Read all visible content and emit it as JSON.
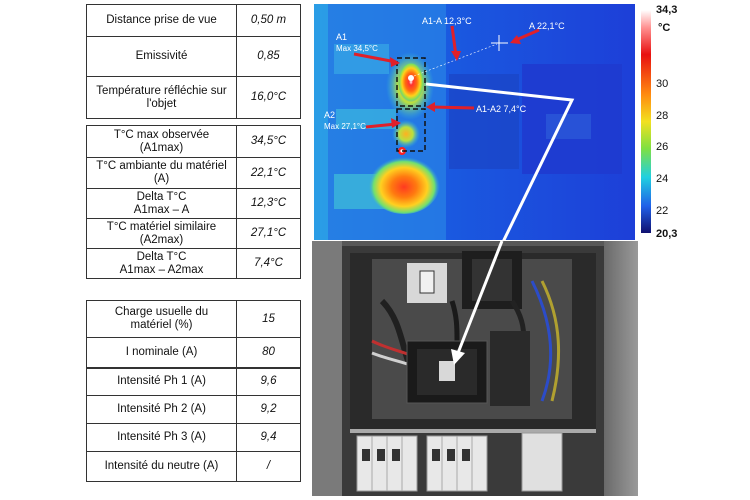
{
  "table_params": [
    {
      "label": "Distance prise de vue",
      "value": "0,50 m"
    },
    {
      "label": "Emissivité",
      "value": "0,85"
    },
    {
      "label": "Température réfléchie sur\nl'objet",
      "value": "16,0°C"
    }
  ],
  "table_temps": [
    {
      "label": "T°C max observée\n(A1max)",
      "value": "34,5°C"
    },
    {
      "label": "T°C ambiante du matériel\n(A)",
      "value": "22,1°C"
    },
    {
      "label": "Delta T°C\nA1max – A",
      "value": "12,3°C"
    },
    {
      "label": "T°C matériel similaire\n(A2max)",
      "value": "27,1°C"
    },
    {
      "label": "Delta T°C\nA1max – A2max",
      "value": "7,4°C"
    }
  ],
  "table_load": [
    {
      "label": "Charge usuelle du\nmatériel (%)",
      "value": "15"
    },
    {
      "label": "I nominale (A)",
      "value": "80"
    },
    {
      "label": "Intensité Ph 1 (A)",
      "value": "9,6"
    },
    {
      "label": "Intensité Ph 2 (A)",
      "value": "9,2"
    },
    {
      "label": "Intensité Ph 3 (A)",
      "value": "9,4"
    },
    {
      "label": "Intensité du neutre (A)",
      "value": "/"
    }
  ],
  "thermal": {
    "a1_label": "A1",
    "a1_max": "Max 34,5°C",
    "a2_label": "A2",
    "a2_max": "Max 27,1°C",
    "delta_a1_a": "A1-A 12,3°C",
    "delta_a1_a2": "A1-A2 7,4°C",
    "ambient": "A 22,1°C"
  },
  "scale": {
    "max": "34,3",
    "unit": "°C",
    "ticks": [
      "30",
      "28",
      "26",
      "24",
      "22"
    ],
    "min": "20,3"
  },
  "colors": {
    "arrow_red": "#e0202a",
    "arrow_white": "#ffffff"
  }
}
